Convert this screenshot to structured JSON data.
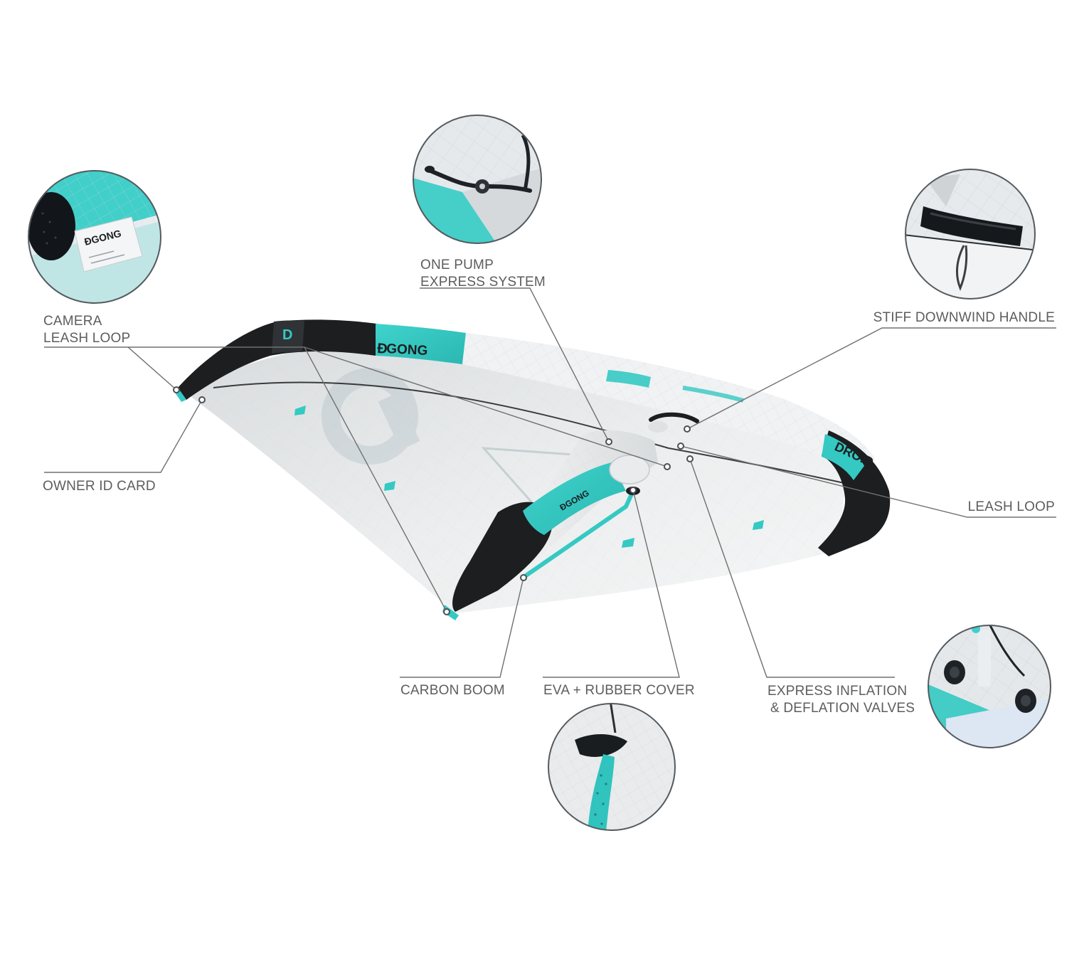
{
  "brand": {
    "logo_text": "GONG",
    "model_text": "DROID",
    "colors": {
      "teal": "#35c9c3",
      "black": "#1c1e20",
      "sail": "#e9ebec",
      "leader": "#6e6e6e",
      "label": "#5d5d5d"
    }
  },
  "callouts": {
    "camera_leash_loop": {
      "line1": "CAMERA",
      "line2": "LEASH LOOP"
    },
    "owner_id_card": {
      "label": "OWNER ID CARD"
    },
    "one_pump": {
      "line1": "ONE PUMP",
      "line2": "EXPRESS SYSTEM"
    },
    "stiff_handle": {
      "label": "STIFF DOWNWIND HANDLE"
    },
    "leash_loop": {
      "label": "LEASH LOOP"
    },
    "carbon_boom": {
      "label": "CARBON BOOM"
    },
    "eva_cover": {
      "label": "EVA + RUBBER COVER"
    },
    "express_valves": {
      "line1": "EXPRESS INFLATION",
      "line2": "& DEFLATION VALVES"
    }
  },
  "detail_photos": [
    {
      "name": "owner-id-card-closeup",
      "subject": "owner id card"
    },
    {
      "name": "one-pump-closeup",
      "subject": "one pump express system"
    },
    {
      "name": "downwind-handle-closeup",
      "subject": "stiff downwind handle"
    },
    {
      "name": "valves-closeup",
      "subject": "express inflation & deflation valves"
    },
    {
      "name": "eva-cover-closeup",
      "subject": "eva + rubber cover"
    }
  ]
}
